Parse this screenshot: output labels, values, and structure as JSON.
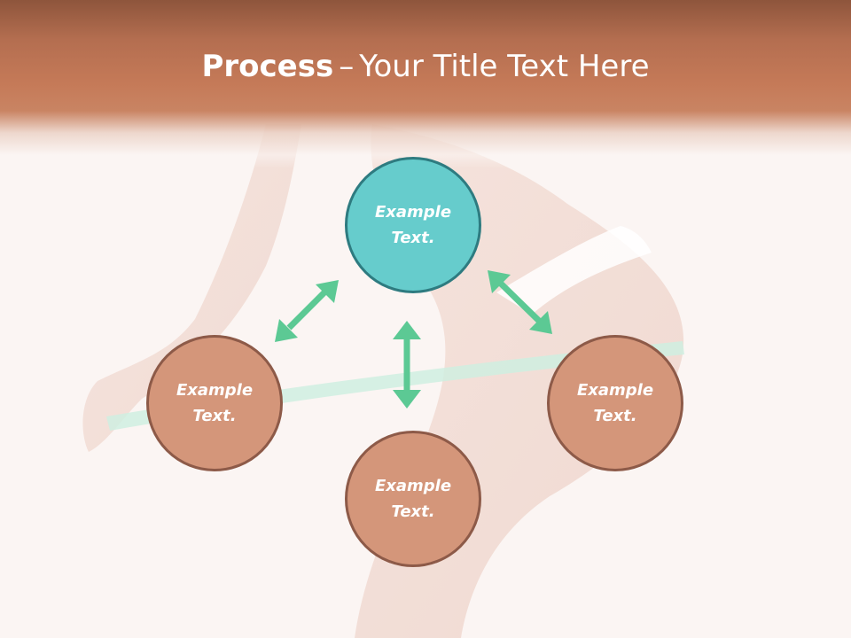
{
  "slide": {
    "title_bold": "Process",
    "title_dash": "–",
    "title_rest": "Your Title Text Here"
  },
  "nodes": {
    "top": {
      "label": "Example\nText."
    },
    "left": {
      "label": "Example\nText."
    },
    "right": {
      "label": "Example\nText."
    },
    "bottom": {
      "label": "Example\nText."
    }
  },
  "colors": {
    "header": "#c57a58",
    "node_primary": "#66cccc",
    "node_secondary": "#d4967a",
    "arrow": "#5cc994"
  }
}
